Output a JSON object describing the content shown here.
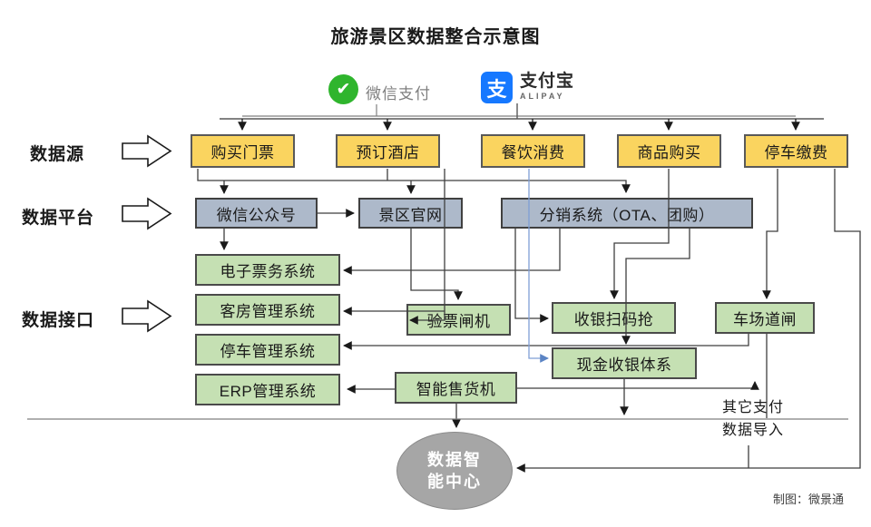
{
  "title": "旅游景区数据整合示意图",
  "logos": {
    "wechat": {
      "name": "微信支付",
      "icon_glyph": "✔"
    },
    "alipay": {
      "name": "支付宝",
      "subtitle": "ALIPAY",
      "icon_glyph": "支"
    }
  },
  "stage_labels": {
    "source": "数据源",
    "platform": "数据平台",
    "interface": "数据接口"
  },
  "sources": [
    "购买门票",
    "预订酒店",
    "餐饮消费",
    "商品购买",
    "停车缴费"
  ],
  "platforms": [
    "微信公众号",
    "景区官网",
    "分销系统（OTA、团购）"
  ],
  "interfaces": {
    "left": [
      "电子票务系统",
      "客房管理系统",
      "停车管理系统",
      "ERP管理系统"
    ],
    "middle": [
      "验票闸机",
      "智能售货机"
    ],
    "right": [
      "收银扫码抢",
      "现金收银体系",
      "车场道闸"
    ]
  },
  "center_node": {
    "line1": "数据智",
    "line2": "能中心"
  },
  "annotations": {
    "other_payment_line1": "其它支付",
    "other_payment_line2": "数据导入",
    "credit": "制图：微景通"
  },
  "colors": {
    "source_fill": "#FAD45F",
    "platform_fill": "#ADB9CA",
    "interface_fill": "#C5E0B3",
    "center_fill": "#A6A6A6",
    "wechat_green": "#2FB52D",
    "alipay_blue": "#1678FF",
    "connector_blue": "#7F9FD5"
  }
}
